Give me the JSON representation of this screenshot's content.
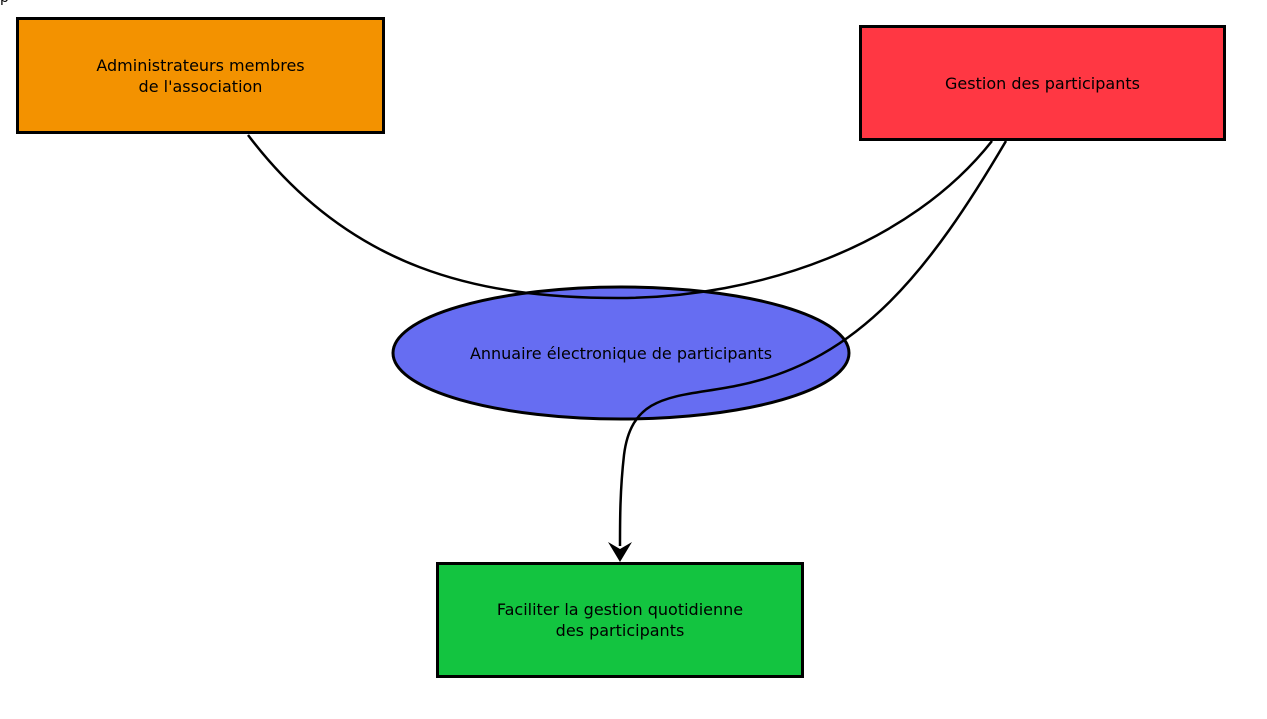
{
  "colors": {
    "admin_fill": "#F39200",
    "gestion_fill": "#FF3743",
    "annuaire_fill": "#666DF2",
    "faciliter_fill": "#13C440",
    "stroke": "#000000",
    "background": "#FFFFFF"
  },
  "nodes": {
    "admin": {
      "label": "Administrateurs membres\nde l'association"
    },
    "gestion": {
      "label": "Gestion des participants"
    },
    "annuaire": {
      "label": "Annuaire électronique de participants"
    },
    "faciliter": {
      "label": "Faciliter la gestion quotidienne\ndes participants"
    }
  },
  "edges": [
    {
      "from": "admin",
      "to": "gestion",
      "arrow": false
    },
    {
      "from": "gestion",
      "to": "faciliter",
      "arrow": true
    }
  ]
}
